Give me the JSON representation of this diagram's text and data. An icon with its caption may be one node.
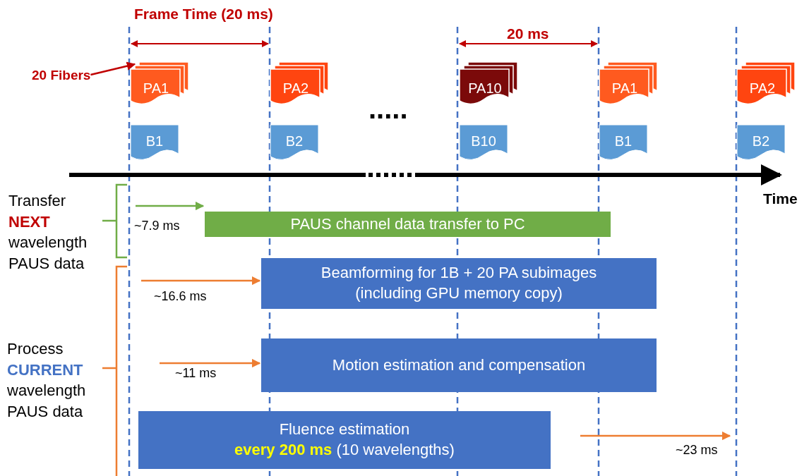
{
  "diagram": {
    "nodes": [
      {
        "text": [
          "20 Fibers"
        ]
      },
      {
        "text": [
          "PA1"
        ]
      },
      {
        "text": [
          "B1"
        ]
      },
      {
        "text": [
          "PA2"
        ]
      },
      {
        "text": [
          "B2"
        ]
      },
      {
        "text": [
          "PA10"
        ]
      },
      {
        "text": [
          "B10"
        ]
      },
      {
        "text": [
          "PA1"
        ]
      },
      {
        "text": [
          "B1"
        ]
      },
      {
        "text": [
          "PA2"
        ]
      },
      {
        "text": [
          "B2"
        ]
      },
      {
        "text": [
          "PAUS channel data transfer to PC"
        ]
      },
      {
        "text": [
          "Beamforming for 1B + 20 PA subimages (including GPU memory copy)"
        ]
      },
      {
        "text": [
          "Motion estimation and compensation"
        ]
      },
      {
        "text": [
          "Fluence estimation",
          "**every  200 ms** (10 wavelengths)"
        ]
      }
    ],
    "edges": [
      {
        "from": 0,
        "to": 1,
        "arrow": "to",
        "color": "#c00000"
      },
      {
        "from": null,
        "to": 11,
        "arrow": "to",
        "color": "#70ad47"
      },
      {
        "from": null,
        "to": 12,
        "arrow": "to"
      },
      {
        "from": null,
        "to": 13,
        "arrow": "to"
      },
      {
        "from": 14,
        "to": null,
        "arrow": "to"
      }
    ],
    "labels": [
      "Frame Time (20 ms)",
      "20 ms",
      ".....",
      "Time",
      "Transfer **NEXT** wavelength PAUS data",
      "~7.9 ms",
      "~16.6 ms",
      "Process **CURRENT** wavelength PAUS data",
      "~11 ms",
      "~23 ms"
    ]
  }
}
